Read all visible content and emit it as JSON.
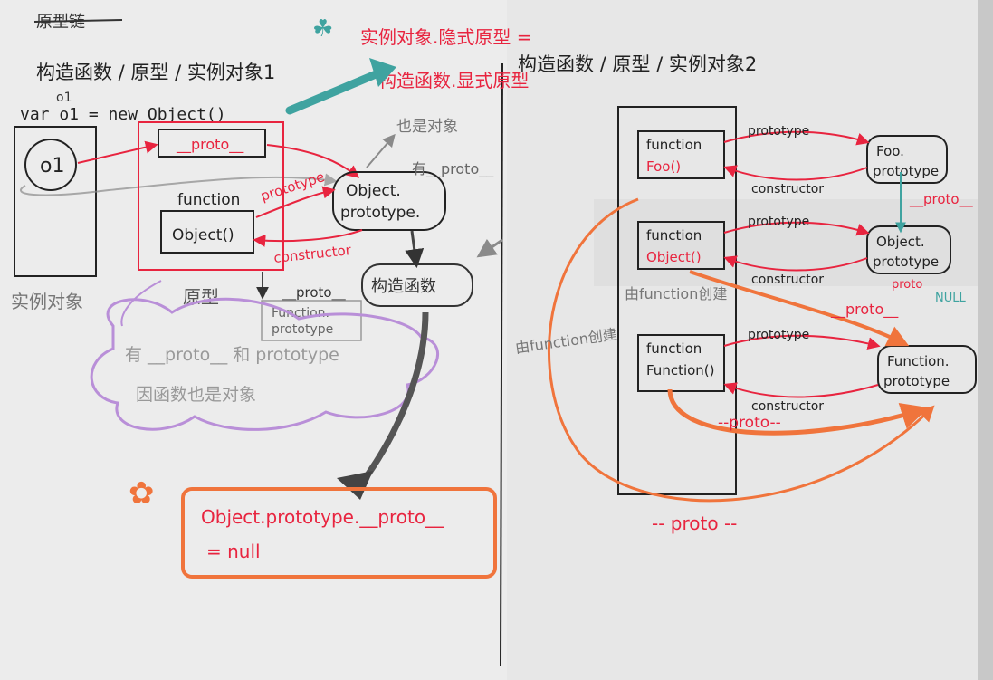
{
  "page": {
    "title": "原型链",
    "left_heading": "构造函数 / 原型 / 实例对象1",
    "right_heading": "构造函数 / 原型 / 实例对象2",
    "code_line": "var o1 = new Object()",
    "code_annotation": "o1"
  },
  "notes": {
    "star_marker": "☘",
    "red_note_line1": "实例对象.隐式原型 =",
    "red_note_line2": "构造函数.显式原型",
    "also_object": "也是对象",
    "has_proto": "有__proto__",
    "constructor_fn": "构造函数",
    "cloud_line1": "有 __proto__ 和 prototype",
    "cloud_line2": "因函数也是对象",
    "created_by_function": "由function创建",
    "created_by_function2": "由function创建",
    "flower_marker": "✿",
    "final_line1": "Object.prototype.__proto__",
    "final_line2": "= null"
  },
  "left_diagram": {
    "instance_name": "o1",
    "instance_label": "实例对象",
    "proto_slot": "__proto__",
    "ctor_fn_keyword": "function",
    "ctor_name": "Object()",
    "prototype_arrow": "prototype",
    "constructor_arrow": "constructor",
    "object_proto": "Object.\nprototype.",
    "prototype_label": "原型",
    "fn_proto_slot": "__proto__",
    "fn_proto_box": "Function.\nprototype"
  },
  "right_diagram": {
    "functions": [
      {
        "keyword": "function",
        "name": "Foo()"
      },
      {
        "keyword": "function",
        "name": "Object()"
      },
      {
        "keyword": "function",
        "name": "Function()"
      }
    ],
    "prototypes": [
      "Foo.\nprototype",
      "Object.\nprototype",
      "Function.\nprototype"
    ],
    "prototype_arrows": [
      "prototype",
      "prototype",
      "prototype"
    ],
    "constructor_arrows": [
      "constructor",
      "constructor",
      "constructor"
    ],
    "proto_labels": {
      "foo_to_object": "__proto__",
      "object_null": "proto",
      "null_label": "NULL",
      "object_fn_to_fn_proto": "__proto__",
      "function_fn_to_fn_proto": "--proto--",
      "outer_loop": "-- proto --"
    }
  },
  "colors": {
    "ink": "#2a2a2a",
    "red": "#e8243f",
    "orange": "#f0743c",
    "teal": "#3fa3a0",
    "purple": "#b98fd8",
    "gray": "#8a8a8a"
  }
}
